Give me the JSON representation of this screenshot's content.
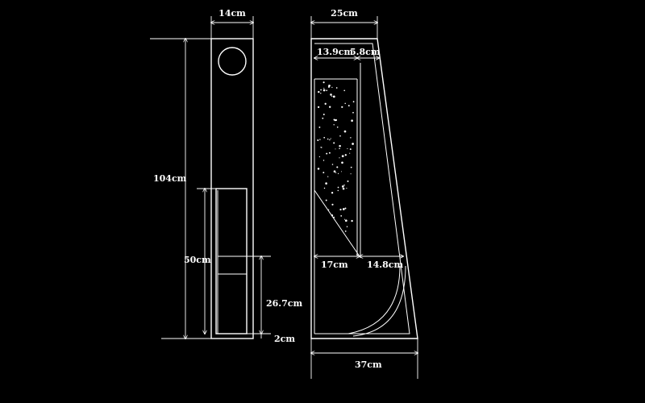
{
  "drawing": {
    "background": "#000000",
    "line_color": "#ffffff",
    "front_view": {
      "width_label": "14cm",
      "height_label": "104cm",
      "port_height_label": "50cm",
      "port_section_label": "26.7cm",
      "base_label": "2cm"
    },
    "side_view": {
      "top_width_label": "25cm",
      "chamber_width_label": "13.9cm",
      "gap_label": "5.8cm",
      "mid_left_label": "17cm",
      "mid_right_label": "14.8cm",
      "bottom_width_label": "37cm"
    }
  }
}
